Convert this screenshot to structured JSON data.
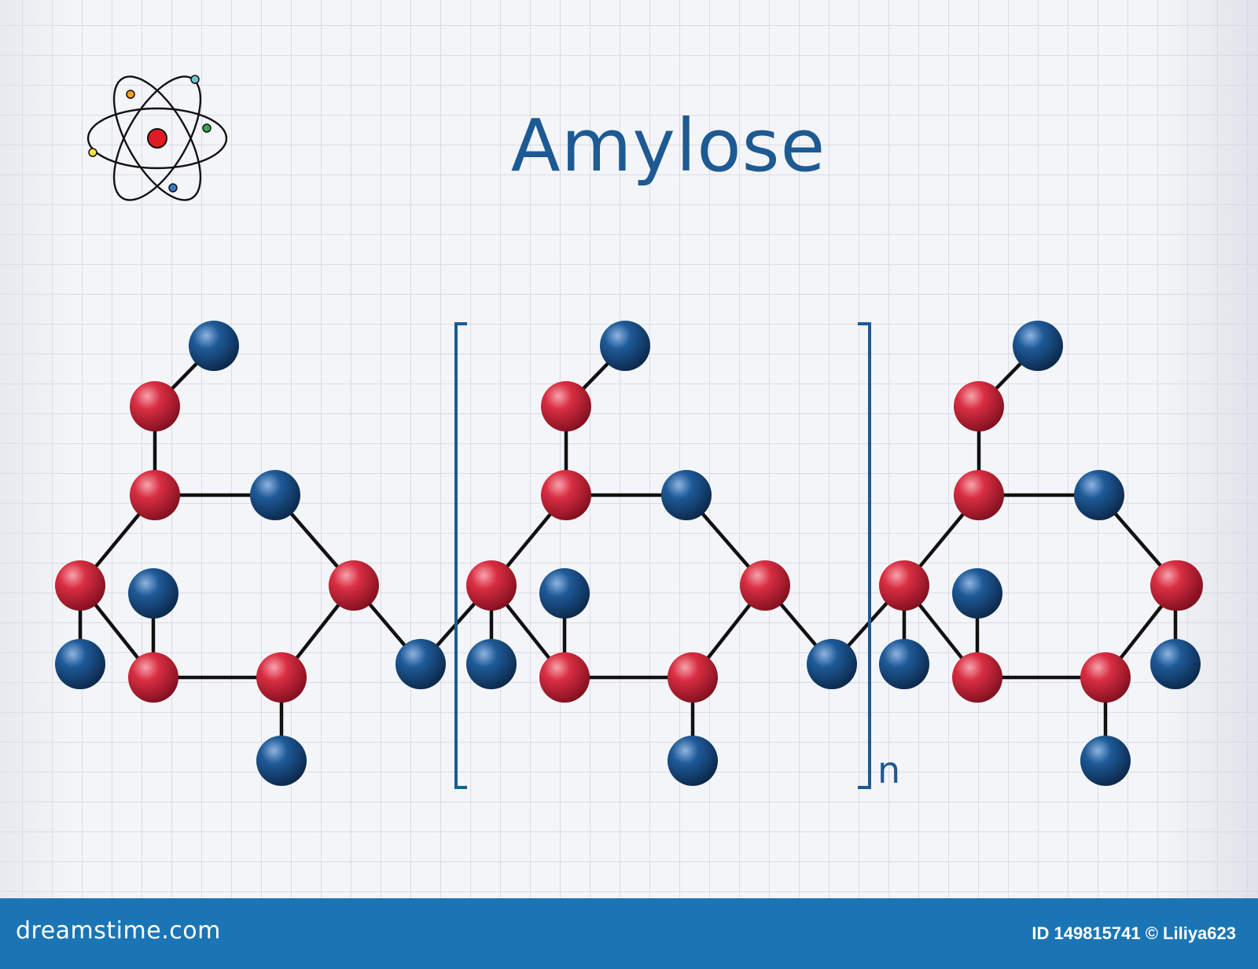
{
  "title": "Amylose",
  "repeat_subscript": "n",
  "footer": {
    "brand": "dreamstime.com",
    "id_text": "ID 149815741 © Liliya623"
  },
  "colors": {
    "carbon_oxygen_red": "#d42a3c",
    "blue_atom": "#1d5a93",
    "bracket": "#1d5a93",
    "footer_bg": "#1b75b5"
  }
}
